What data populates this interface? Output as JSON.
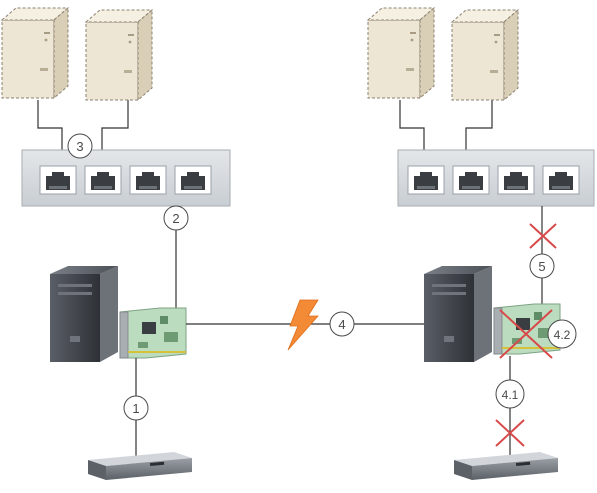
{
  "callouts": {
    "c1": "1",
    "c2": "2",
    "c3": "3",
    "c4": "4",
    "c41": "4.1",
    "c42": "4.2",
    "c5": "5"
  },
  "icons": {
    "left_servers": "beige-server-tower-icon",
    "right_servers": "beige-server-tower-icon",
    "switch": "ethernet-switch-icon",
    "host": "computer-tower-icon",
    "nic": "network-interface-card-icon",
    "storage": "storage-device-icon",
    "failure": "lightning-bolt-icon",
    "broken_link": "red-x-icon"
  },
  "colors": {
    "server_fill": "#ece4d4",
    "switch_fill": "#d9dde1",
    "tower_dark": "#3c3f45",
    "nic_green": "#bcdcc0",
    "bolt_orange": "#f28a36",
    "fail_red": "#d84a4a"
  }
}
